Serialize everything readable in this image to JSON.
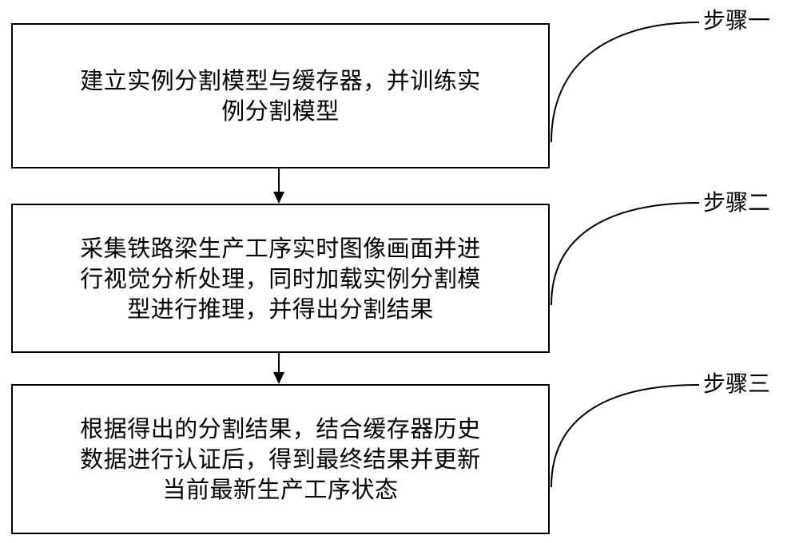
{
  "steps": [
    {
      "label": "步骤一",
      "text_lines": [
        "建立实例分割模型与缓存器，并训练实",
        "例分割模型"
      ]
    },
    {
      "label": "步骤二",
      "text_lines": [
        "采集铁路梁生产工序实时图像画面并进",
        "行视觉分析处理，同时加载实例分割模",
        "型进行推理，并得出分割结果"
      ]
    },
    {
      "label": "步骤三",
      "text_lines": [
        "根据得出的分割结果，结合缓存器历史",
        "数据进行认证后，得到最终结果并更新",
        "当前最新生产工序状态"
      ]
    }
  ]
}
